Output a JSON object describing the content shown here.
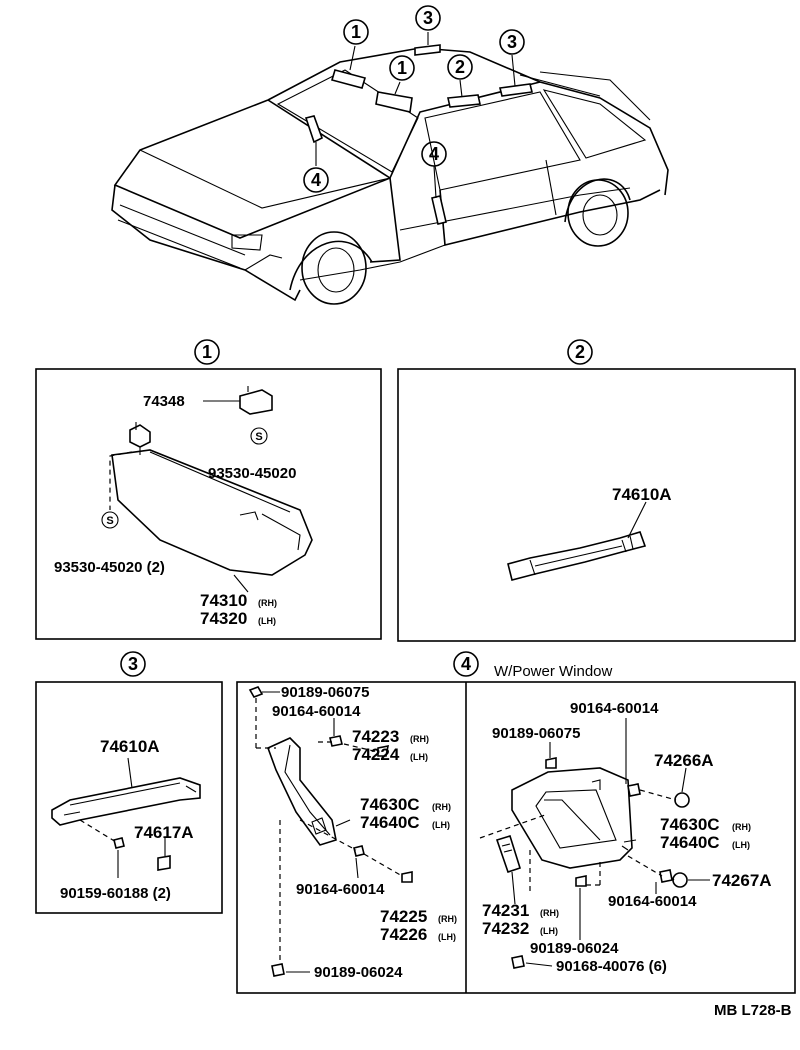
{
  "callouts": {
    "c1": "1",
    "c2": "2",
    "c3": "3",
    "c4": "4"
  },
  "sections": {
    "s1": {
      "number": "1",
      "parts": {
        "p74348": "74348",
        "p93530_top": "93530-45020",
        "p93530_left": "93530-45020 (2)",
        "p74310": "74310",
        "p74310_side": "(RH)",
        "p74320": "74320",
        "p74320_side": "(LH)",
        "s_mark": "S"
      }
    },
    "s2": {
      "number": "2",
      "parts": {
        "p74610A": "74610A"
      }
    },
    "s3": {
      "number": "3",
      "parts": {
        "p74610A": "74610A",
        "p74617A": "74617A",
        "p90159": "90159-60188 (2)"
      }
    },
    "s4": {
      "number": "4",
      "heading": "W/Power Window",
      "left": {
        "p90189_06075": "90189-06075",
        "p90164_60014_a": "90164-60014",
        "p74223": "74223",
        "p74223_side": "(RH)",
        "p74224": "74224",
        "p74224_side": "(LH)",
        "p74630C": "74630C",
        "p74630C_side": "(RH)",
        "p74640C": "74640C",
        "p74640C_side": "(LH)",
        "p90164_60014_b": "90164-60014",
        "p74225": "74225",
        "p74225_side": "(RH)",
        "p74226": "74226",
        "p74226_side": "(LH)",
        "p90189_06024": "90189-06024"
      },
      "right": {
        "p90164_60014_a": "90164-60014",
        "p90189_06075": "90189-06075",
        "p74266A": "74266A",
        "p74630C": "74630C",
        "p74630C_side": "(RH)",
        "p74640C": "74640C",
        "p74640C_side": "(LH)",
        "p74267A": "74267A",
        "p90164_60014_b": "90164-60014",
        "p74231": "74231",
        "p74231_side": "(RH)",
        "p74232": "74232",
        "p74232_side": "(LH)",
        "p90189_06024": "90189-06024",
        "p90168": "90168-40076 (6)"
      }
    }
  },
  "footer": {
    "code": "MB L728-B"
  }
}
